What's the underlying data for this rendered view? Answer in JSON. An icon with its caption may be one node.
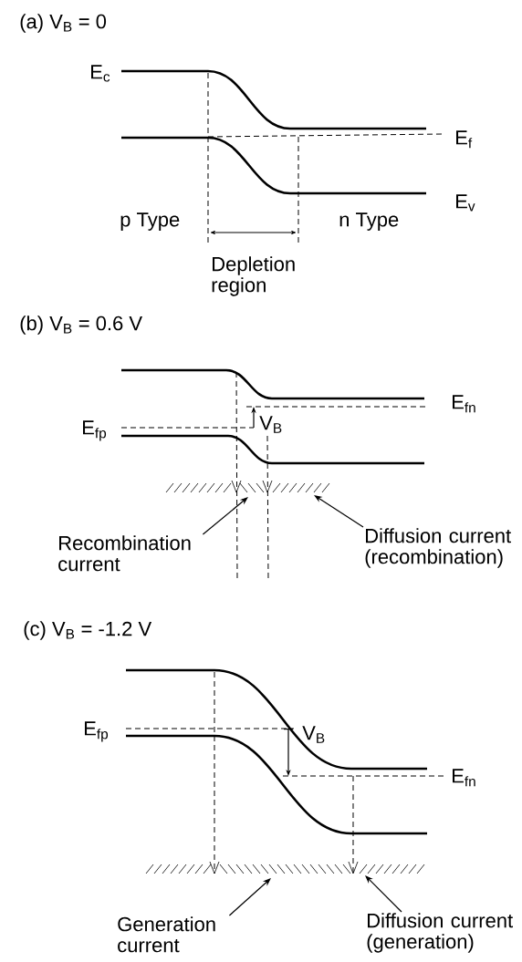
{
  "diagram": {
    "nodes": [
      {
        "text": [
          "Recombination current"
        ]
      },
      {
        "text": [
          "Diffusion current (recombination)"
        ]
      },
      {
        "text": [
          "Generation current"
        ]
      },
      {
        "text": [
          "Diffusion current (generation)"
        ]
      }
    ],
    "edges": [
      {
        "from": 0,
        "to": null,
        "arrow": "to"
      },
      {
        "from": 1,
        "to": null,
        "arrow": "to"
      },
      {
        "from": 2,
        "to": null,
        "arrow": "to"
      },
      {
        "from": 3,
        "to": null,
        "arrow": "to"
      }
    ],
    "labels": [
      "(a) V$_{B}$ = 0",
      "E$_{c}$",
      "E$_{f}$",
      "E$_{v}$",
      "p Type",
      "n Type",
      "Depletion region",
      "(b) V$_{B}$ = 0.6 V",
      "E$_{fn}$",
      "E$_{fp}$",
      "V$_{B}$",
      "(c) V$_{B}$ = -1.2 V",
      "E$_{fp}$",
      "V$_{B}$",
      "E$_{fn}$"
    ]
  }
}
